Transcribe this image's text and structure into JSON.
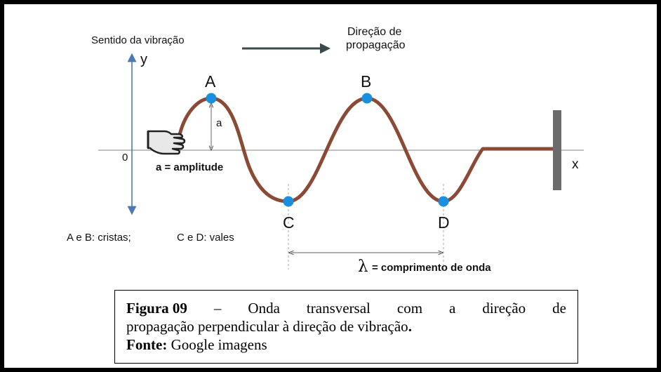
{
  "diagram": {
    "vibration_label": "Sentido da vibração",
    "y_axis_label": "y",
    "x_axis_label": "x",
    "origin_label": "0",
    "propagation_label_1": "Direção de",
    "propagation_label_2": "propagação",
    "points": {
      "A": "A",
      "B": "B",
      "C": "C",
      "D": "D"
    },
    "amplitude_symbol": "a",
    "amplitude_label": "a = amplitude",
    "crests_valleys_1": "A e B: cristas;",
    "crests_valleys_2": "C e D: vales",
    "lambda_symbol": "λ",
    "wavelength_label": "= comprimento de onda"
  },
  "caption": {
    "figure_bold": "Figura 09",
    "w1": "–",
    "w2": "Onda",
    "w3": "transversal",
    "w4": "com",
    "w5": "a",
    "w6": "direção",
    "w7": "de",
    "line2": "propagação perpendicular à direção de vibração",
    "line2_end": ".",
    "source_bold": "Fonte:",
    "source_text": "Google imagens"
  },
  "colors": {
    "wave": "#8b4a35",
    "point": "#1a8fe0",
    "axis_arrow": "#4a79b5",
    "propagation_arrow": "#3b4a4d",
    "wall": "#6b6b6b"
  }
}
